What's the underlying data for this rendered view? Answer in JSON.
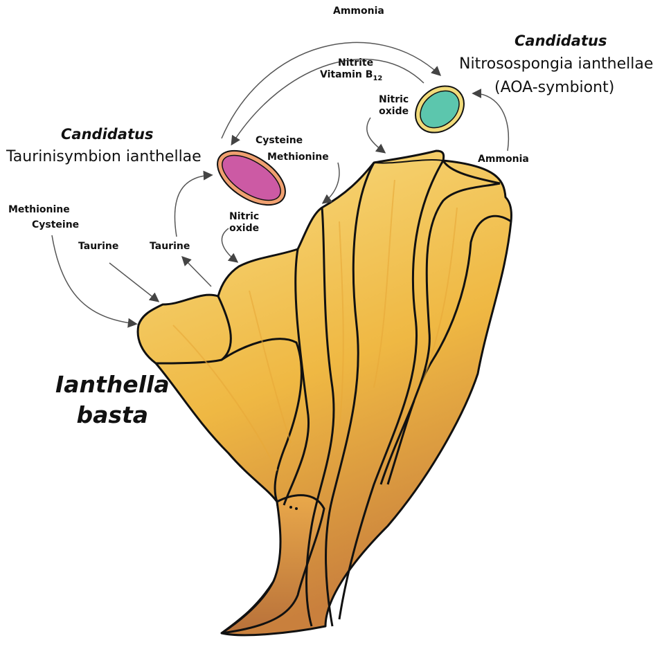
{
  "organisms": {
    "aoa_symbiont": {
      "genus": "Candidatus",
      "species": "Nitrosospongia ianthellae",
      "tag": "(AOA-symbiont)",
      "fill": "#5cc6ad",
      "ring": "#f1db7a"
    },
    "taurine_symbiont": {
      "genus": "Candidatus",
      "species": "Taurinisymbion ianthellae",
      "fill": "#cc5aa4",
      "ring": "#f0a070"
    },
    "host": {
      "line1": "Ianthella",
      "line2": "basta",
      "color": "#f3c24a"
    }
  },
  "exchanges": {
    "ammonia_top": "Ammonia",
    "nitrite": "Nitrite",
    "vitamin_base": "Vitamin B",
    "vitamin_sub": "12",
    "nitric_oxide_aoa_1": "Nitric",
    "nitric_oxide_aoa_2": "oxide",
    "ammonia_right": "Ammonia",
    "cysteine_mid": "Cysteine",
    "methionine_mid": "Methionine",
    "nitric_oxide_tau_1": "Nitric",
    "nitric_oxide_tau_2": "oxide",
    "taurine_up": "Taurine",
    "taurine_in": "Taurine",
    "methionine_left": "Methionine",
    "cysteine_left": "Cysteine"
  }
}
